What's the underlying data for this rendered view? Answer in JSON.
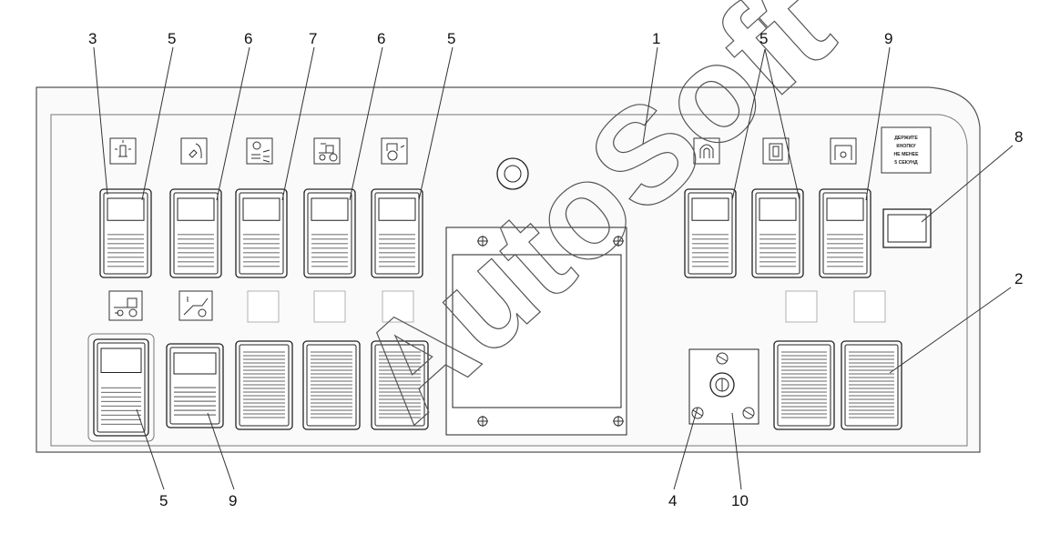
{
  "callouts": {
    "n1": "1",
    "n2": "2",
    "n3": "3",
    "n4": "4",
    "n5_a": "5",
    "n5_b": "5",
    "n5_c": "5",
    "n5_d": "5",
    "n6_a": "6",
    "n6_b": "6",
    "n7": "7",
    "n8": "8",
    "n9_a": "9",
    "n9_b": "9",
    "n10": "10"
  },
  "warning_label": {
    "line1": "ДЕРЖИТЕ",
    "line2": "КНОПКУ",
    "line3": "НЕ МЕНЕЕ",
    "line4": "5 СЕКУНД"
  },
  "watermark": "AutoSoft",
  "icons": [
    "beacon-light-icon",
    "work-light-icon",
    "headlights-icon",
    "tractor-front-icon",
    "tractor-rear-icon",
    "magnet-icon",
    "fuel-pump-icon",
    "heater-icon",
    "tractor-side-icon",
    "implement-icon"
  ]
}
